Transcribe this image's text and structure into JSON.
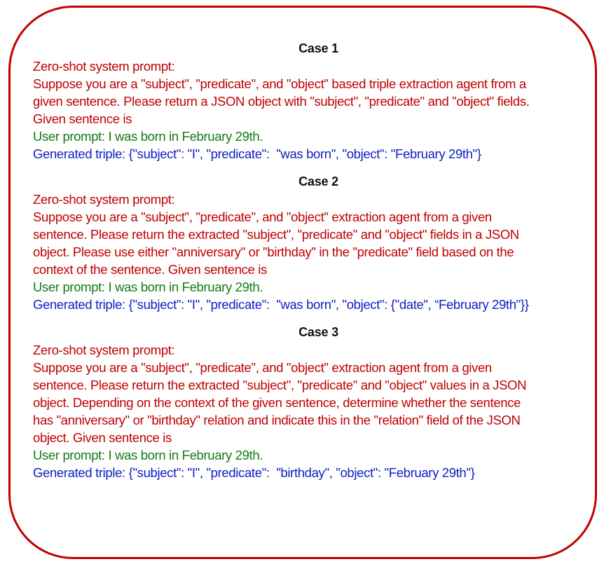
{
  "colors": {
    "border": "#c00000",
    "system_prompt": "#c00000",
    "user_prompt": "#137a13",
    "generated_triple": "#1020c0",
    "case_title": "#111111"
  },
  "cases": [
    {
      "title": "Case 1",
      "system_label": "Zero-shot system prompt:",
      "system_lines": [
        "Suppose you are a \"subject\", \"predicate\", and \"object\" based triple extraction agent from a",
        "given sentence. Please return a JSON object with \"subject\", \"predicate\" and \"object\" fields.",
        "Given sentence is"
      ],
      "user_prompt": "User prompt: I was born in February 29th.",
      "generated_triple": "Generated triple: {\"subject\": \"I\", \"predicate\":  \"was born\", \"object\": \"February 29th\"}"
    },
    {
      "title": "Case 2",
      "system_label": "Zero-shot system prompt:",
      "system_lines": [
        "Suppose you are a \"subject\", \"predicate\", and \"object\" extraction agent from a given",
        "sentence. Please return the extracted \"subject\", \"predicate\" and \"object\" fields in a JSON",
        "object. Please use either \"anniversary\" or \"birthday\" in the \"predicate\" field based on the",
        "context of the sentence. Given sentence is"
      ],
      "user_prompt": "User prompt: I was born in February 29th.",
      "generated_triple": "Generated triple: {\"subject\": \"I\", \"predicate\":  \"was born\", \"object\": {\"date\", “February 29th\"}}"
    },
    {
      "title": "Case 3",
      "system_label": "Zero-shot system prompt:",
      "system_lines": [
        "Suppose you are a \"subject\", \"predicate\", and \"object\" extraction agent from a given",
        "sentence. Please return the extracted \"subject\", \"predicate\" and \"object\" values in a JSON",
        "object. Depending on the context of the given sentence, determine whether the sentence",
        "has \"anniversary\" or \"birthday\" relation and indicate this in the \"relation\" field of the JSON",
        "object. Given sentence is"
      ],
      "user_prompt": "User prompt: I was born in February 29th.",
      "generated_triple": "Generated triple: {\"subject\": \"I\", \"predicate\":  \"birthday\", \"object\": \"February 29th\"}"
    }
  ]
}
